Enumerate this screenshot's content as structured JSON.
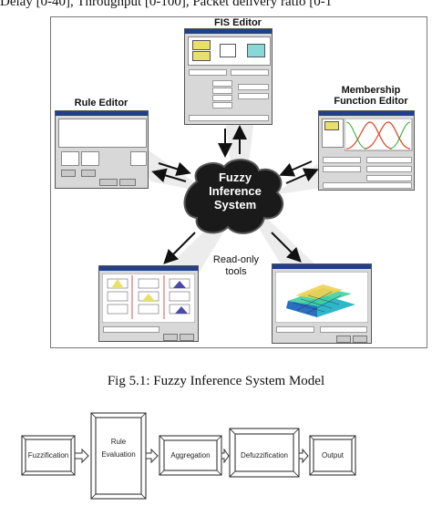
{
  "top_text": "Delay [0-40], Throughput [0-100], Packet  delivery  ratio [0-1",
  "figure": {
    "caption": "Fig 5.1: Fuzzy Inference System Model",
    "center_label": [
      "Fuzzy",
      "Inference",
      "System"
    ],
    "tools": {
      "fis_editor": "FIS Editor",
      "rule_editor": "Rule Editor",
      "membership_editor": [
        "Membership",
        "Function Editor"
      ],
      "read_only": [
        "Read-only",
        "tools"
      ]
    }
  },
  "process": {
    "steps": [
      "Fuzzification",
      "Rule Evaluation",
      "Aggregation",
      "Defuzzification",
      "Output"
    ]
  }
}
